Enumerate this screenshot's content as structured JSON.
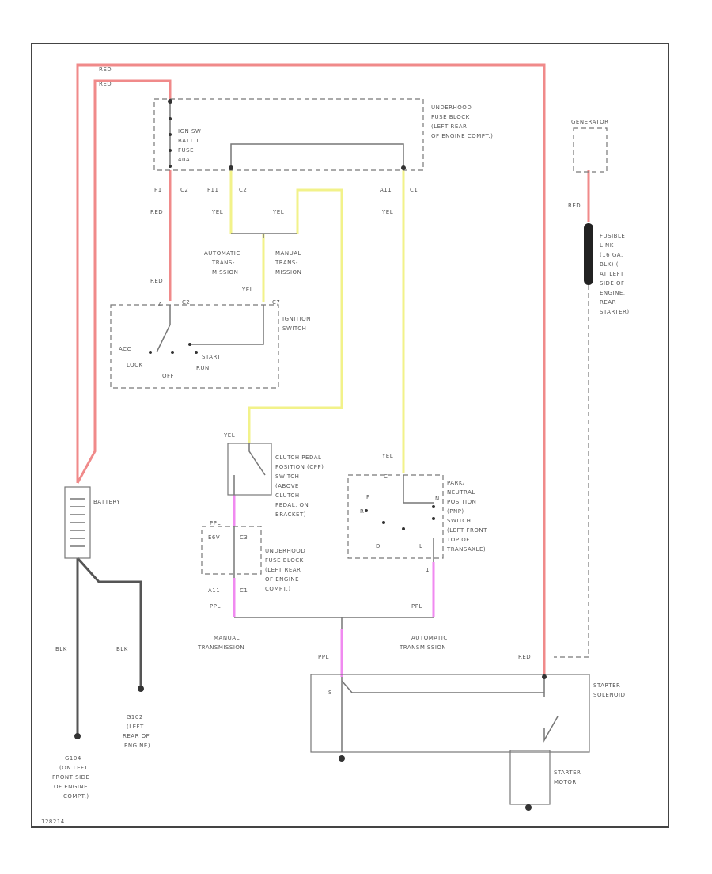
{
  "wire_colors": {
    "red": "#f08a8a",
    "yel": "#f2f28a",
    "ppl": "#f08af0",
    "blk": "#555555"
  },
  "labels": {
    "red_top1": "RED",
    "red_top2": "RED",
    "fuse_block_upper": [
      "UNDERHOOD",
      "FUSE BLOCK",
      "(LEFT REAR",
      "OF ENGINE COMPT.)"
    ],
    "fuse_label": [
      "IGN SW",
      "BATT 1",
      "FUSE",
      "40A"
    ],
    "conn_p1_c2": [
      "P1",
      "C2"
    ],
    "conn_f11_c2": [
      "F11",
      "C2"
    ],
    "conn_a11_c1": [
      "A11",
      "C1"
    ],
    "red_fuse_sw": "RED",
    "red_sw": "RED",
    "yel_1": "YEL",
    "yel_2": "YEL",
    "yel_3": "YEL",
    "yel_4": "YEL",
    "yel_5": "YEL",
    "yel_6": "YEL",
    "auto_trans_1": [
      "AUTOMATIC",
      "TRANS-",
      "MISSION"
    ],
    "manual_trans_1": [
      "MANUAL",
      "TRANS-",
      "MISSION"
    ],
    "ign_c2": "C2",
    "ign_c7": "C7",
    "ign_a": "A",
    "ign_switch": [
      "IGNITION",
      "SWITCH"
    ],
    "acc": "ACC",
    "lock": "LOCK",
    "off": "OFF",
    "start": "START",
    "run": "RUN",
    "generator": "GENERATOR",
    "red_gen": "RED",
    "fusible_link": [
      "FUSIBLE",
      "LINK",
      "(16 GA.",
      "BLK) (",
      "AT LEFT",
      "SIDE OF",
      "ENGINE,",
      "REAR",
      "STARTER)"
    ],
    "battery": "BATTERY",
    "clutch_switch": [
      "CLUTCH PEDAL",
      "POSITION (CPP)",
      "SWITCH",
      "(ABOVE",
      "CLUTCH",
      "PEDAL, ON",
      "BRACKET)"
    ],
    "pn_switch": [
      "PARK/",
      "NEUTRAL",
      "POSITION",
      "(PNP)",
      "SWITCH",
      "(LEFT FRONT",
      "TOP OF",
      "TRANSAXLE)"
    ],
    "pn_c": "C",
    "pn_p": "P",
    "pn_n": "N",
    "pn_r": "R",
    "pn_d": "D",
    "pn_l": "L",
    "ppl_1": "PPL",
    "ppl_2": "PPL",
    "ppl_3": "PPL",
    "ppl_4": "PPL",
    "fb2_conn": [
      "E6V",
      "C3"
    ],
    "fb2_conn2": [
      "A11",
      "C1"
    ],
    "fuse_block_lower": [
      "UNDERHOOD",
      "FUSE BLOCK",
      "(LEFT REAR",
      "OF ENGINE",
      "COMPT.)"
    ],
    "manual_trans_2": [
      "MANUAL",
      "TRANSMISSION"
    ],
    "auto_trans_2": [
      "AUTOMATIC",
      "TRANSMISSION"
    ],
    "red_starter": "RED",
    "starter_solenoid": [
      "STARTER",
      "SOLENOID"
    ],
    "starter_motor": [
      "STARTER",
      "MOTOR"
    ],
    "solenoid_s": "S",
    "blk_1": "BLK",
    "blk_2": "BLK",
    "g102": [
      "G102",
      "(LEFT",
      "REAR OF",
      "ENGINE)"
    ],
    "g104": [
      "G104",
      "(ON LEFT",
      "FRONT SIDE",
      "OF ENGINE",
      "COMPT.)"
    ],
    "pn_1": "1",
    "fig_id": "128214"
  }
}
